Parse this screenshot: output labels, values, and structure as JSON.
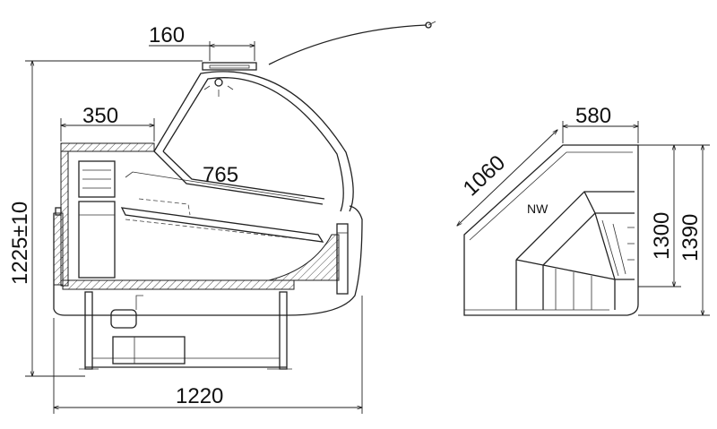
{
  "side_view": {
    "dim_top_width": "160",
    "dim_shelf_depth": "350",
    "dim_glass": "765",
    "dim_height": "1225±10",
    "dim_total_width": "1220"
  },
  "corner_view": {
    "dim_top": "580",
    "dim_diagonal": "1060",
    "dim_inner_height": "1300",
    "dim_outer_height": "1390",
    "label": "NW"
  }
}
